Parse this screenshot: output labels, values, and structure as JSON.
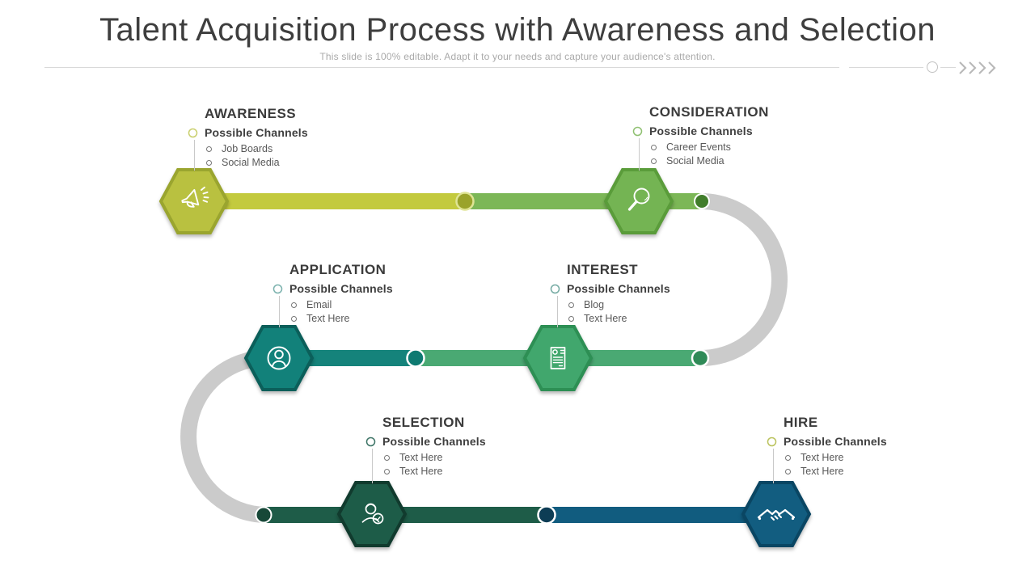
{
  "title": "Talent Acquisition Process with Awareness and Selection",
  "subtitle": "This slide is 100% editable. Adapt it to your needs and capture your audience's attention.",
  "stages": [
    {
      "label": "AWARENESS",
      "channels_label": "Possible Channels",
      "items": [
        "Job Boards",
        "Social Media"
      ],
      "icon": "megaphone-icon",
      "hex_fill": "#b9c140",
      "hex_border": "#9aa52f",
      "bullet_color": "#c9cf6d"
    },
    {
      "label": "CONSIDERATION",
      "channels_label": "Possible Channels",
      "items": [
        "Career Events",
        "Social Media"
      ],
      "icon": "magnifier-icon",
      "hex_fill": "#74b453",
      "hex_border": "#5a9c3a",
      "bullet_color": "#8fc071"
    },
    {
      "label": "APPLICATION",
      "channels_label": "Possible Channels",
      "items": [
        "Email",
        "Text Here"
      ],
      "icon": "user-icon",
      "hex_fill": "#12817a",
      "hex_border": "#0b5f5a",
      "bullet_color": "#7bb2ae"
    },
    {
      "label": "INTEREST",
      "channels_label": "Possible Channels",
      "items": [
        "Blog",
        "Text Here"
      ],
      "icon": "resume-icon",
      "hex_fill": "#41a76d",
      "hex_border": "#2d8f54",
      "bullet_color": "#74aaa2"
    },
    {
      "label": "SELECTION",
      "channels_label": "Possible Channels",
      "items": [
        "Text Here",
        "Text Here"
      ],
      "icon": "candidate-search-icon",
      "hex_fill": "#1d5c48",
      "hex_border": "#113b2e",
      "bullet_color": "#3d7466"
    },
    {
      "label": "HIRE",
      "channels_label": "Possible Channels",
      "items": [
        "Text Here",
        "Text Here"
      ],
      "icon": "handshake-icon",
      "hex_fill": "#125d80",
      "hex_border": "#0a4663",
      "bullet_color": "#bac25c"
    }
  ],
  "diagram": {
    "curve_color": "#cbcbcb",
    "row1": {
      "left_color": "#c3ca3e",
      "right_color": "#7cb757",
      "mid_dot": "#9aa32b",
      "mid_dot_ring": "#dfe495",
      "end_dot": "#417d2b"
    },
    "row2": {
      "left_color": "#15837b",
      "right_color": "#4aa973",
      "mid_dot": "#0e7a71",
      "end_dot": "#2f8a57"
    },
    "row3": {
      "left_color": "#1e5c48",
      "right_color": "#115c7f",
      "start_dot": "#174838",
      "mid_dot": "#0d3d55"
    }
  }
}
